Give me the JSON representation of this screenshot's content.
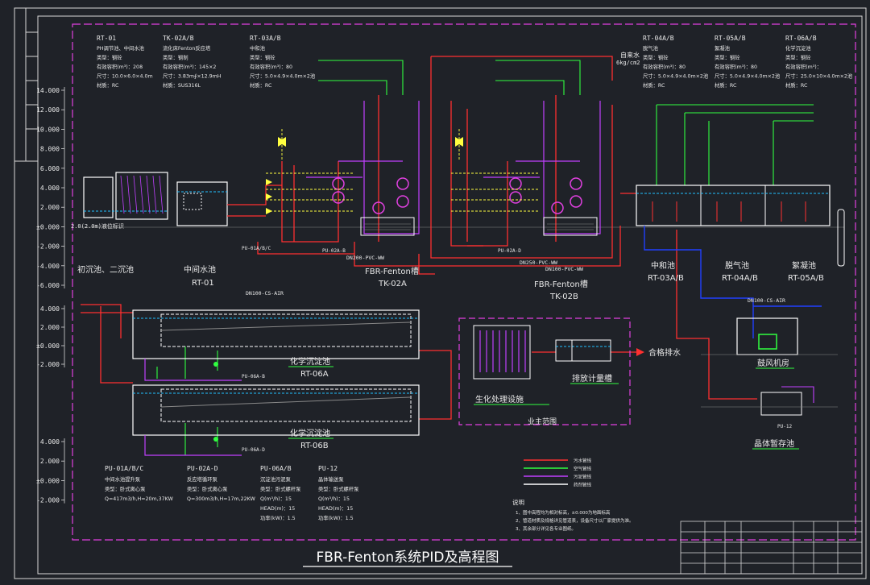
{
  "title": "FBR-Fenton系统PID及高程图",
  "elev_top": [
    "14.000",
    "12.000",
    "10.000",
    "8.000",
    "6.000",
    "4.000",
    "2.000",
    "±0.000",
    "-2.000",
    "-4.000",
    "-6.000"
  ],
  "elev_mid": [
    "4.000",
    "2.000",
    "±0.000",
    "-2.000"
  ],
  "elev_bot": [
    "4.000",
    "2.000",
    "±0.000",
    "-2.000"
  ],
  "equip_specs": [
    {
      "tag": "RT-01",
      "lines": [
        "PH调节池、中间水池",
        "类型：钢砼",
        "有效容积(m³)：208",
        "尺寸：10.0×6.0×4.0m",
        "材质：RC"
      ]
    },
    {
      "tag": "TK-02A/B",
      "lines": [
        "流化床Fenton反应塔",
        "类型：钢制",
        "有效容积(m³)：145×2",
        "尺寸：3.83m∮×12.9mH",
        "材质：SUS316L"
      ]
    },
    {
      "tag": "RT-03A/B",
      "lines": [
        "中和池",
        "类型：钢砼",
        "有效容积(m³)：80",
        "尺寸：5.0×4.9×4.0m×2池",
        "材质：RC"
      ]
    },
    {
      "tag": "RT-04A/B",
      "lines": [
        "脱气池",
        "类型：钢砼",
        "有效容积(m³)：80",
        "尺寸：5.0×4.9×4.0m×2池",
        "材质：RC"
      ]
    },
    {
      "tag": "RT-05A/B",
      "lines": [
        "絮凝池",
        "类型：钢砼",
        "有效容积(m³)：80",
        "尺寸：5.0×4.9×4.0m×2池",
        "材质：RC"
      ]
    },
    {
      "tag": "RT-06A/B",
      "lines": [
        "化学沉淀池",
        "类型：钢砼",
        "有效容积(m³)：",
        "尺寸：25.0×10×4.0m×2池",
        "材质：RC"
      ]
    }
  ],
  "pump_specs": [
    {
      "tag": "PU-01A/B/C",
      "lines": [
        "中间水池提升泵",
        "类型：卧式离心泵",
        "Q=417m3/h,H=20m,37KW"
      ]
    },
    {
      "tag": "PU-02A-D",
      "lines": [
        "反应塔循环泵",
        "类型：卧式离心泵",
        "Q=300m3/h,H=17m,22KW"
      ]
    },
    {
      "tag": "PU-06A/B",
      "lines": [
        "沉淀池污泥泵",
        "类型：卧式螺杆泵",
        "Q(m³/h)：15",
        "HEAD(m)：15",
        "功率(kW)：1.5"
      ]
    },
    {
      "tag": "PU-12",
      "lines": [
        "晶体输送泵",
        "类型：卧式螺杆泵",
        "Q(m³/h)：15",
        "HEAD(m)：15",
        "功率(kW)：1.5"
      ]
    }
  ],
  "units": [
    {
      "name": "初沉池、二沉池",
      "tag": ""
    },
    {
      "name": "中间水池",
      "tag": "RT-01"
    },
    {
      "name": "FBR-Fenton槽",
      "tag": "TK-02A"
    },
    {
      "name": "FBR-Fenton槽",
      "tag": "TK-02B"
    },
    {
      "name": "中和池",
      "tag": "RT-03A/B"
    },
    {
      "name": "脱气池",
      "tag": "RT-04A/B"
    },
    {
      "name": "絮凝池",
      "tag": "RT-05A/B"
    },
    {
      "name": "化学沉淀池",
      "tag": "RT-06A"
    },
    {
      "name": "化学沉淀池",
      "tag": "RT-06B"
    },
    {
      "name": "排放计量槽",
      "tag": ""
    },
    {
      "name": "生化处理设施",
      "tag": ""
    },
    {
      "name": "鼓风机房",
      "tag": ""
    },
    {
      "name": "晶体暂存池",
      "tag": ""
    }
  ],
  "notes": {
    "compliant_discharge": "合格排水",
    "tap_water": "自来水",
    "pressure": "6kg/cm2",
    "main_scope": "业主范围",
    "pipe_dn200": "DN200-PVC-WW",
    "pipe_dn250": "DN250-PVC-WW",
    "pipe_dn100_pvc": "DN100-PVC-WW",
    "pipe_dn100_cs": "DN100-CS-AIR",
    "pipe_dn100_cs2": "DN100-CS-AIR",
    "pu01": "PU-01A/B/C",
    "pu02a": "PU-02A-B",
    "pu02b": "PU-02A-D",
    "pu06a": "PU-06A-B",
    "pu06b": "PU-06A-D",
    "pu12": "PU-12",
    "water_level": "2.0(2.0m)液位标识",
    "remark_head": "说明",
    "remark_1": "1、图中高程均为相对标高，±0.000为地面标高",
    "remark_2": "2、管道材质及规格详见管道表，设备尺寸以厂家提供为准。",
    "remark_3": "3、其余部分详见各专业图纸。"
  },
  "legend": [
    {
      "color": "#ff3030",
      "label": "污水管线"
    },
    {
      "color": "#30ff40",
      "label": "空气管线"
    },
    {
      "color": "#c040ff",
      "label": "污泥管线"
    },
    {
      "color": "#ffffff",
      "label": "药剂管线"
    }
  ],
  "colors": {
    "wastewater": "#ff3030",
    "air": "#30ff40",
    "sludge": "#c040ff",
    "chemical": "#ffff40",
    "frame": "#e040e0",
    "water": "#20c0ff",
    "bg": "#1f2228"
  }
}
